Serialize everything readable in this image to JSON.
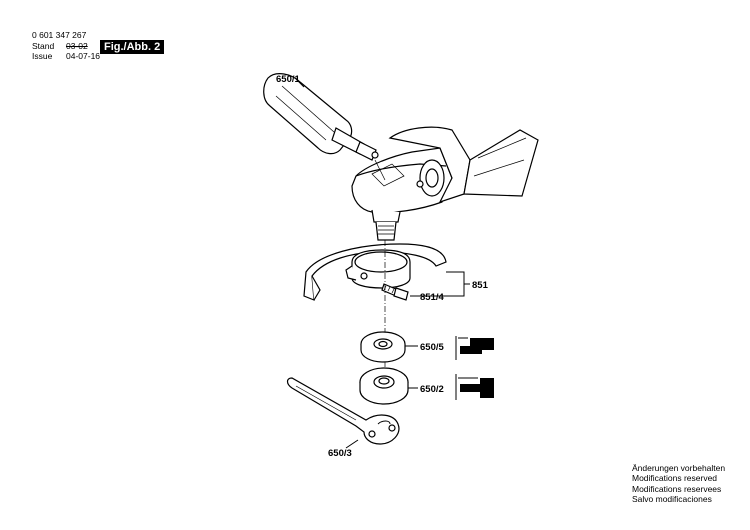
{
  "header": {
    "part_number": "0 601 347 267",
    "stand_label": "Stand",
    "stand_value": "03-02",
    "issue_label": "Issue",
    "issue_value": "04-07-16",
    "figure_tag": "Fig./Abb. 2"
  },
  "parts": {
    "handle": "650/1",
    "guard": "851",
    "guard_screw": "851/4",
    "flange_upper": "650/5",
    "flange_lower": "650/2",
    "spanner": "650/3"
  },
  "notice": [
    "Änderungen vorbehalten",
    "Modifications reserved",
    "Modifications reservees",
    "Salvo modificaciones"
  ]
}
